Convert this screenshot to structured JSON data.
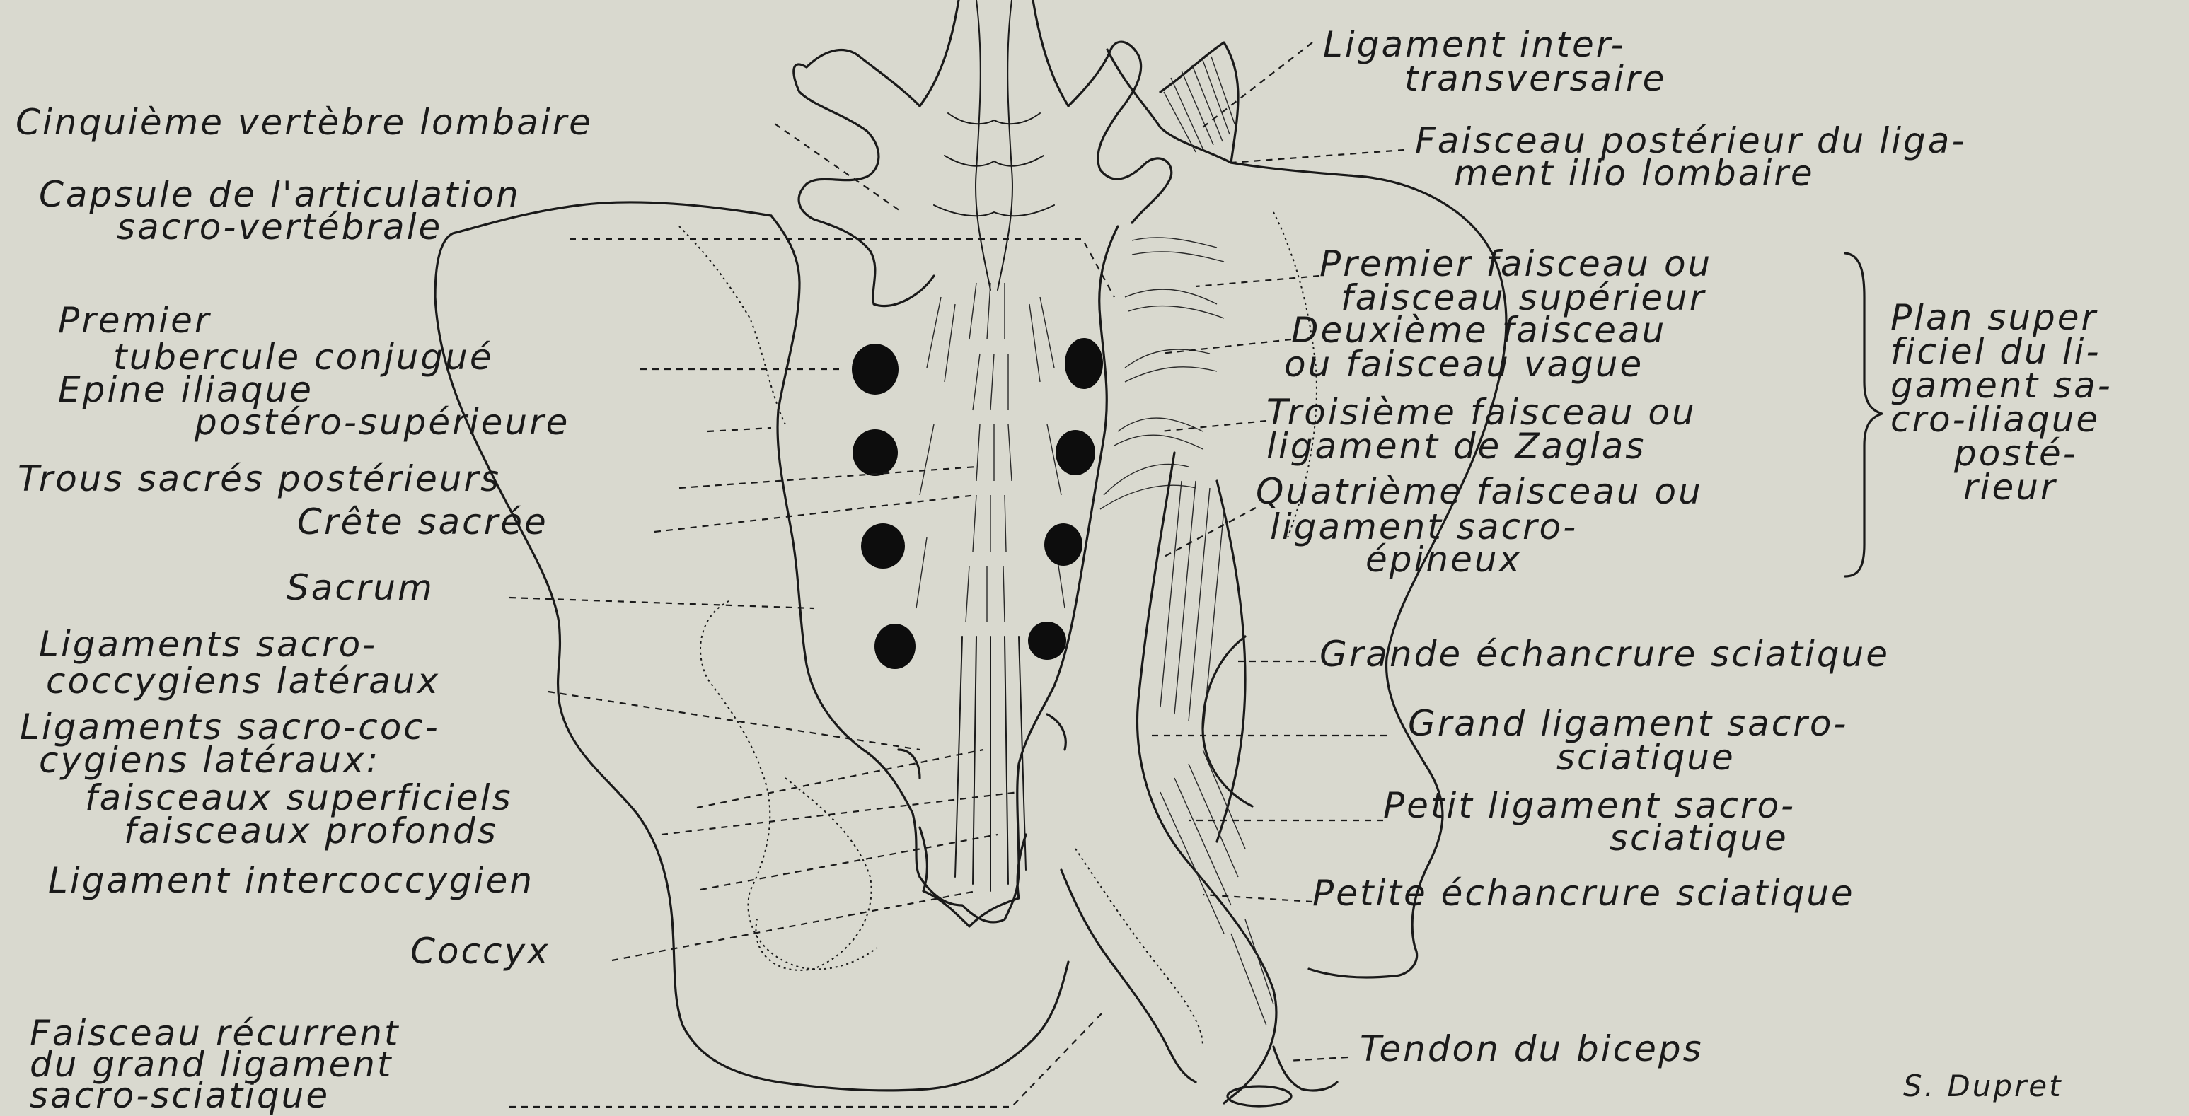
{
  "labels": {
    "cinquieme_vertebre": "Cinquième vertèbre lombaire",
    "capsule_l1": "Capsule de l'articulation",
    "capsule_l2": "sacro-vertébrale",
    "premier_tubercule_l1": "Premier",
    "premier_tubercule_l2": "tubercule conjugué",
    "epine_iliaque_l1": "Epine iliaque",
    "epine_iliaque_l2": "postéro-supérieure",
    "trous_sacres": "Trous sacrés postérieurs",
    "crete_sacree": "Crête sacrée",
    "sacrum": "Sacrum",
    "lig_sacro_cocc_lat_l1": "Ligaments sacro-",
    "lig_sacro_cocc_lat_l2": "coccygiens latéraux",
    "lig_cocc_faisc_l1": "Ligaments sacro-coc-",
    "lig_cocc_faisc_l2": "cygiens latéraux:",
    "lig_cocc_faisc_l3": "faisceaux superficiels",
    "lig_cocc_faisc_l4": "faisceaux profonds",
    "lig_intercoccygien": "Ligament intercoccygien",
    "coccyx": "Coccyx",
    "faisceau_recurrent_l1": "Faisceau récurrent",
    "faisceau_recurrent_l2": "du grand ligament",
    "faisceau_recurrent_l3": "sacro-sciatique",
    "lig_intertrans_l1": "Ligament inter-",
    "lig_intertrans_l2": "transversaire",
    "faisceau_post_l1": "Faisceau postérieur du liga-",
    "faisceau_post_l2": "ment ilio lombaire",
    "premier_faisceau_l1": "Premier faisceau ou",
    "premier_faisceau_l2": "faisceau supérieur",
    "deuxieme_faisceau_l1": "Deuxième faisceau",
    "deuxieme_faisceau_l2": "ou faisceau vague",
    "troisieme_faisceau_l1": "Troisième faisceau ou",
    "troisieme_faisceau_l2": "ligament de Zaglas",
    "quatrieme_faisceau_l1": "Quatrième faisceau ou",
    "quatrieme_faisceau_l2": "ligament sacro-",
    "quatrieme_faisceau_l3": "épineux",
    "plan_sup_l1": "Plan super",
    "plan_sup_l2": "ficiel du li-",
    "plan_sup_l3": "gament sa-",
    "plan_sup_l4": "cro-iliaque",
    "plan_sup_l5": "posté-",
    "plan_sup_l6": "rieur",
    "grande_echancrure": "Grande échancrure sciatique",
    "grand_ligament_l1": "Grand ligament sacro-",
    "grand_ligament_l2": "sciatique",
    "petit_ligament_l1": "Petit ligament sacro-",
    "petit_ligament_l2": "sciatique",
    "petite_echancrure": "Petite échancrure sciatique",
    "tendon_biceps": "Tendon du biceps",
    "signature": "S. Dupret"
  },
  "colors": {
    "paper": "#d9d9cf",
    "ink": "#1a1a1a"
  }
}
